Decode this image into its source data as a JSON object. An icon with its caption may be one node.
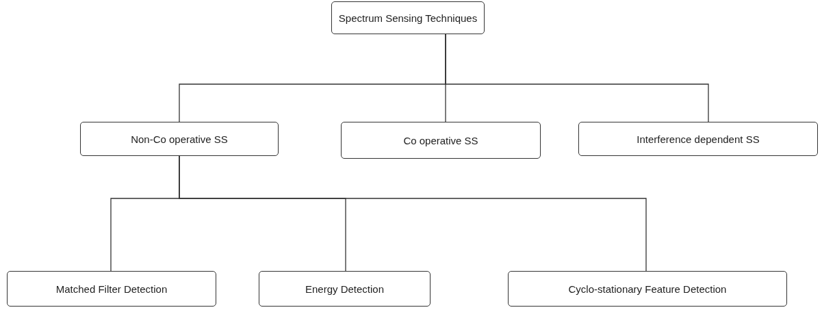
{
  "diagram": {
    "nodes": [
      {
        "text": [
          "Spectrum Sensing Techniques"
        ]
      },
      {
        "text": [
          "Non-Co operative SS"
        ]
      },
      {
        "text": [
          "Co operative SS"
        ]
      },
      {
        "text": [
          "Interference dependent SS"
        ]
      },
      {
        "text": [
          "Matched Filter Detection"
        ]
      },
      {
        "text": [
          "Energy Detection"
        ]
      },
      {
        "text": [
          "Cyclo-stationary Feature Detection"
        ]
      }
    ],
    "edges": [
      {
        "from": 0,
        "to": 1,
        "arrow": "none"
      },
      {
        "from": 0,
        "to": 2,
        "arrow": "none"
      },
      {
        "from": 0,
        "to": 3,
        "arrow": "none"
      },
      {
        "from": 1,
        "to": 4,
        "arrow": "none"
      },
      {
        "from": 1,
        "to": 5,
        "arrow": "none"
      },
      {
        "from": 1,
        "to": 6,
        "arrow": "none"
      }
    ]
  }
}
